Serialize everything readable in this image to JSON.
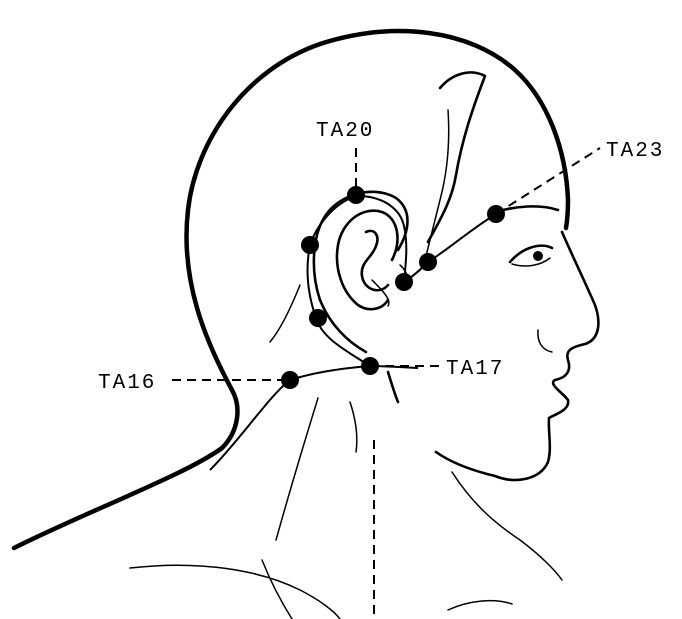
{
  "labels": {
    "ta20": "TA20",
    "ta23": "TA23",
    "ta17": "TA17",
    "ta16": "TA16"
  },
  "colors": {
    "ink": "#000000",
    "background": "#ffffff"
  }
}
